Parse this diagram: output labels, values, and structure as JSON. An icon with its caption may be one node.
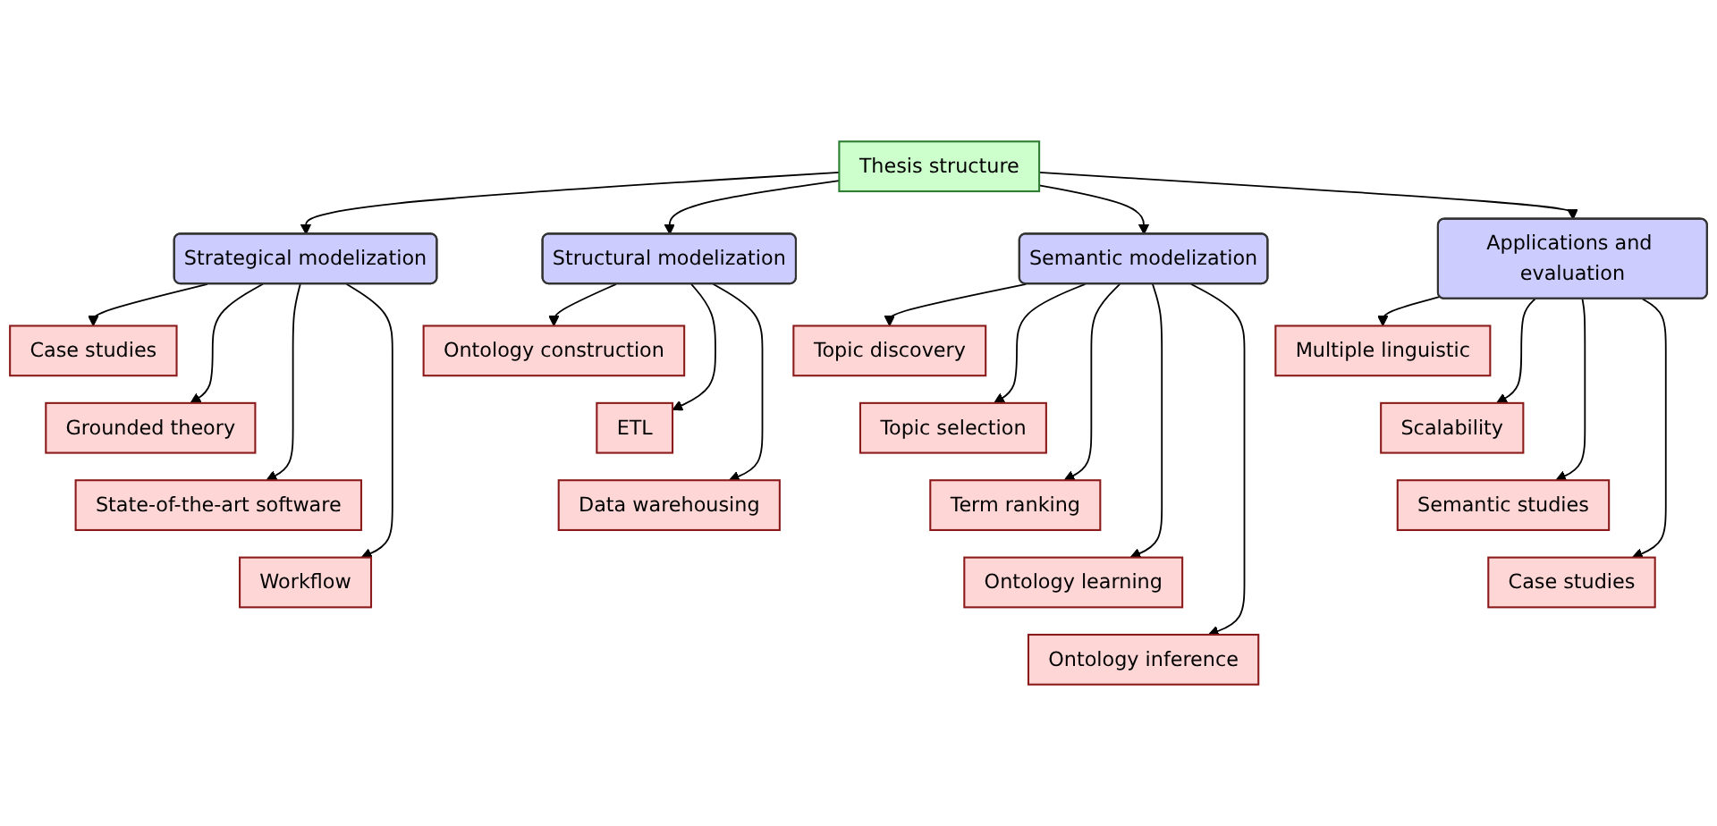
{
  "diagram": {
    "nodes": [
      {
        "text": [
          "Thesis structure"
        ]
      },
      {
        "text": [
          "Strategical modelization"
        ]
      },
      {
        "text": [
          "Case studies"
        ]
      },
      {
        "text": [
          "Grounded theory"
        ]
      },
      {
        "text": [
          "State-of-the-art software"
        ]
      },
      {
        "text": [
          "Workflow"
        ]
      },
      {
        "text": [
          "Structural modelization"
        ]
      },
      {
        "text": [
          "Ontology construction"
        ]
      },
      {
        "text": [
          "ETL"
        ]
      },
      {
        "text": [
          "Data warehousing"
        ]
      },
      {
        "text": [
          "Semantic modelization"
        ]
      },
      {
        "text": [
          "Topic discovery"
        ]
      },
      {
        "text": [
          "Topic selection"
        ]
      },
      {
        "text": [
          "Term ranking"
        ]
      },
      {
        "text": [
          "Ontology learning"
        ]
      },
      {
        "text": [
          "Ontology inference"
        ]
      },
      {
        "text": [
          "Applications and evaluation"
        ]
      },
      {
        "text": [
          "Multiple linguistic"
        ]
      },
      {
        "text": [
          "Scalability"
        ]
      },
      {
        "text": [
          "Semantic studies"
        ]
      },
      {
        "text": [
          "Case studies"
        ]
      }
    ],
    "edges": [
      {
        "from": 0,
        "to": 1,
        "arrow": "to"
      },
      {
        "from": 0,
        "to": 6,
        "arrow": "to"
      },
      {
        "from": 0,
        "to": 10,
        "arrow": "to"
      },
      {
        "from": 0,
        "to": 16,
        "arrow": "to"
      },
      {
        "from": 1,
        "to": 2,
        "arrow": "to"
      },
      {
        "from": 1,
        "to": 3,
        "arrow": "to"
      },
      {
        "from": 1,
        "to": 4,
        "arrow": "to"
      },
      {
        "from": 1,
        "to": 5,
        "arrow": "to"
      },
      {
        "from": 6,
        "to": 7,
        "arrow": "to"
      },
      {
        "from": 6,
        "to": 8,
        "arrow": "to"
      },
      {
        "from": 6,
        "to": 9,
        "arrow": "to"
      },
      {
        "from": 10,
        "to": 11,
        "arrow": "to"
      },
      {
        "from": 10,
        "to": 12,
        "arrow": "to"
      },
      {
        "from": 10,
        "to": 13,
        "arrow": "to"
      },
      {
        "from": 10,
        "to": 14,
        "arrow": "to"
      },
      {
        "from": 10,
        "to": 15,
        "arrow": "to"
      },
      {
        "from": 16,
        "to": 17,
        "arrow": "to"
      },
      {
        "from": 16,
        "to": 18,
        "arrow": "to"
      },
      {
        "from": 16,
        "to": 19,
        "arrow": "to"
      },
      {
        "from": 16,
        "to": 20,
        "arrow": "to"
      }
    ]
  }
}
